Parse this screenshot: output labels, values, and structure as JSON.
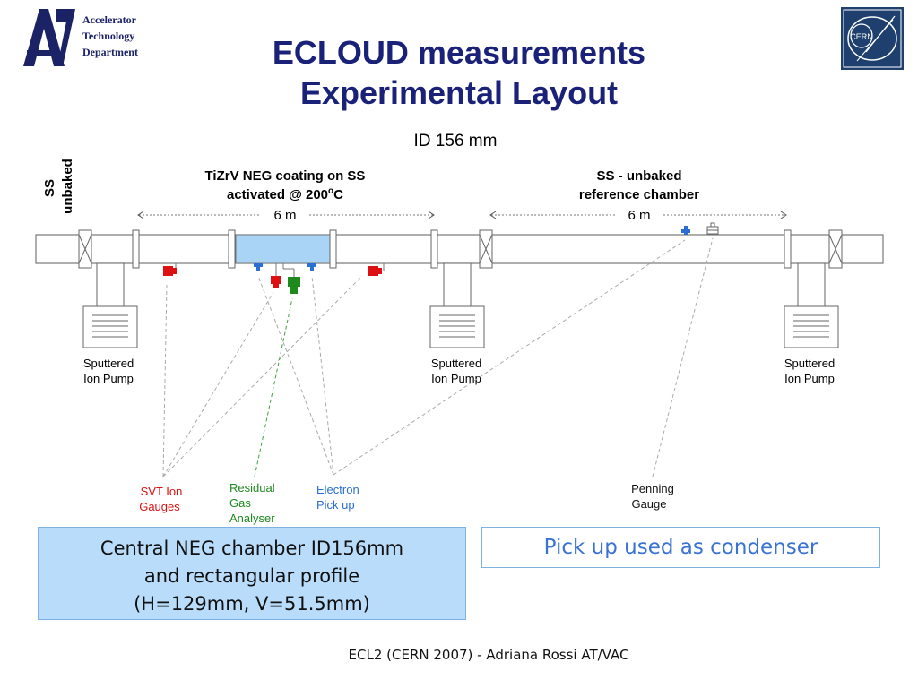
{
  "header": {
    "logo_lines": [
      "Accelerator",
      "Technology",
      "Department"
    ],
    "title_line1": "ECLOUD measurements",
    "title_line2": "Experimental Layout",
    "cern_logo_text": "CERN"
  },
  "diagram": {
    "id_label": "ID 156 mm",
    "ss_unbaked_line1": "SS",
    "ss_unbaked_line2": "unbaked",
    "neg_label_line1": "TiZrV NEG coating on SS",
    "neg_label_line2": "activated @ 200",
    "neg_label_sup": "o",
    "neg_label_unit": "C",
    "neg_length": "6 m",
    "ref_label_line1": "SS - unbaked",
    "ref_label_line2": "reference chamber",
    "ref_length": "6 m",
    "pump_label_line1": "Sputtered",
    "pump_label_line2": "Ion Pump",
    "svt_line1": "SVT Ion",
    "svt_line2": "Gauges",
    "rga_line1": "Residual",
    "rga_line2": "Gas",
    "rga_line3": "Analyser",
    "pickup_line1": "Electron",
    "pickup_line2": "Pick up",
    "penning_line1": "Penning",
    "penning_line2": "Gauge",
    "colors": {
      "svt": "#dd1111",
      "rga": "#1e8a1e",
      "pickup": "#2a6fd1",
      "neg": "#a9d4f5"
    }
  },
  "notes": {
    "left_line1": "Central NEG chamber ID156mm",
    "left_line2": "and rectangular profile",
    "left_line3": "(H=129mm, V=51.5mm)",
    "right": "Pick up used as condenser"
  },
  "footer": "ECL2 (CERN 2007) - Adriana Rossi AT/VAC"
}
